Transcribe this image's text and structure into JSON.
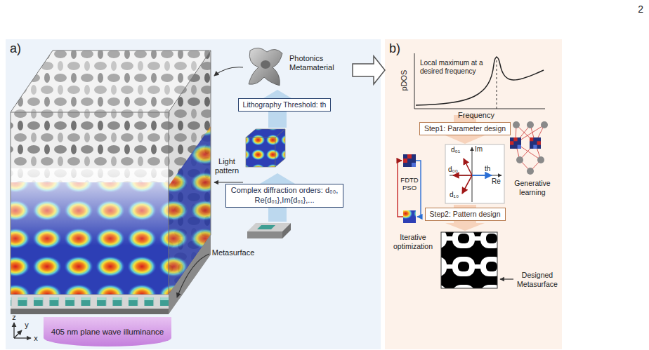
{
  "diagram": {
    "nodes": [
      {
        "text": [
          "a)"
        ]
      },
      {
        "text": [
          "b)"
        ]
      },
      {
        "text": [
          "Lithography Threshold: th"
        ],
        "in": 0
      },
      {
        "text": [
          "Complex diffraction orders: d₀₀, Re{d₀₁},Im{d₀₁},..."
        ],
        "in": 0
      },
      {
        "text": [
          "405 nm plane wave illuminance"
        ],
        "in": 0
      },
      {
        "text": [
          "Step1: Parameter design"
        ],
        "in": 1
      },
      {
        "text": [
          "Step2: Pattern design"
        ],
        "in": 1
      }
    ],
    "edges": [
      {
        "from": 0,
        "to": 1,
        "arrow": "to"
      }
    ],
    "labels": [
      "2",
      "Photonics Metamaterial",
      "Light pattern",
      "Metasurface",
      "z",
      "y",
      "x",
      "pDOS",
      "Frequency",
      "Local maximum at a desired frequency",
      "Generative learning",
      "Im",
      "Re",
      "d₀₁",
      "d₀₀",
      "d₁₀",
      "th",
      "FDTD PSO",
      "Iterative optimization",
      "Designed Metasurface"
    ]
  }
}
